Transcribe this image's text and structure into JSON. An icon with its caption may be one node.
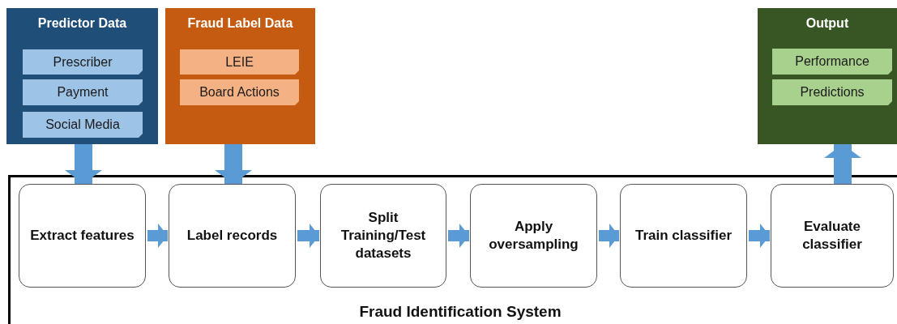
{
  "diagram": {
    "nodes": [
      {
        "text": [
          "Predictor Data"
        ]
      },
      {
        "text": [
          "Prescriber"
        ],
        "in": 0
      },
      {
        "text": [
          "Payment"
        ],
        "in": 0
      },
      {
        "text": [
          "Social Media"
        ],
        "in": 0
      },
      {
        "text": [
          "Fraud Label Data"
        ]
      },
      {
        "text": [
          "LEIE"
        ],
        "in": 4
      },
      {
        "text": [
          "Board Actions"
        ],
        "in": 4
      },
      {
        "text": [
          "Output"
        ]
      },
      {
        "text": [
          "Performance"
        ],
        "in": 7
      },
      {
        "text": [
          "Predictions"
        ],
        "in": 7
      },
      {
        "text": [
          "Fraud Identification System"
        ]
      },
      {
        "text": [
          "Extract features"
        ],
        "in": 10
      },
      {
        "text": [
          "Label records"
        ],
        "in": 10
      },
      {
        "text": [
          "Split Training/Test datasets"
        ],
        "in": 10
      },
      {
        "text": [
          "Apply oversampling"
        ],
        "in": 10
      },
      {
        "text": [
          "Train classifier"
        ],
        "in": 10
      },
      {
        "text": [
          "Evaluate classifier"
        ],
        "in": 10
      }
    ],
    "edges": [
      {
        "from": 0,
        "to": 11,
        "arrow": "to"
      },
      {
        "from": 4,
        "to": 12,
        "arrow": "to"
      },
      {
        "from": 11,
        "to": 12,
        "arrow": "to"
      },
      {
        "from": 12,
        "to": 13,
        "arrow": "to"
      },
      {
        "from": 13,
        "to": 14,
        "arrow": "to"
      },
      {
        "from": 14,
        "to": 15,
        "arrow": "to"
      },
      {
        "from": 15,
        "to": 16,
        "arrow": "to"
      },
      {
        "from": 16,
        "to": 7,
        "arrow": "to"
      }
    ]
  }
}
